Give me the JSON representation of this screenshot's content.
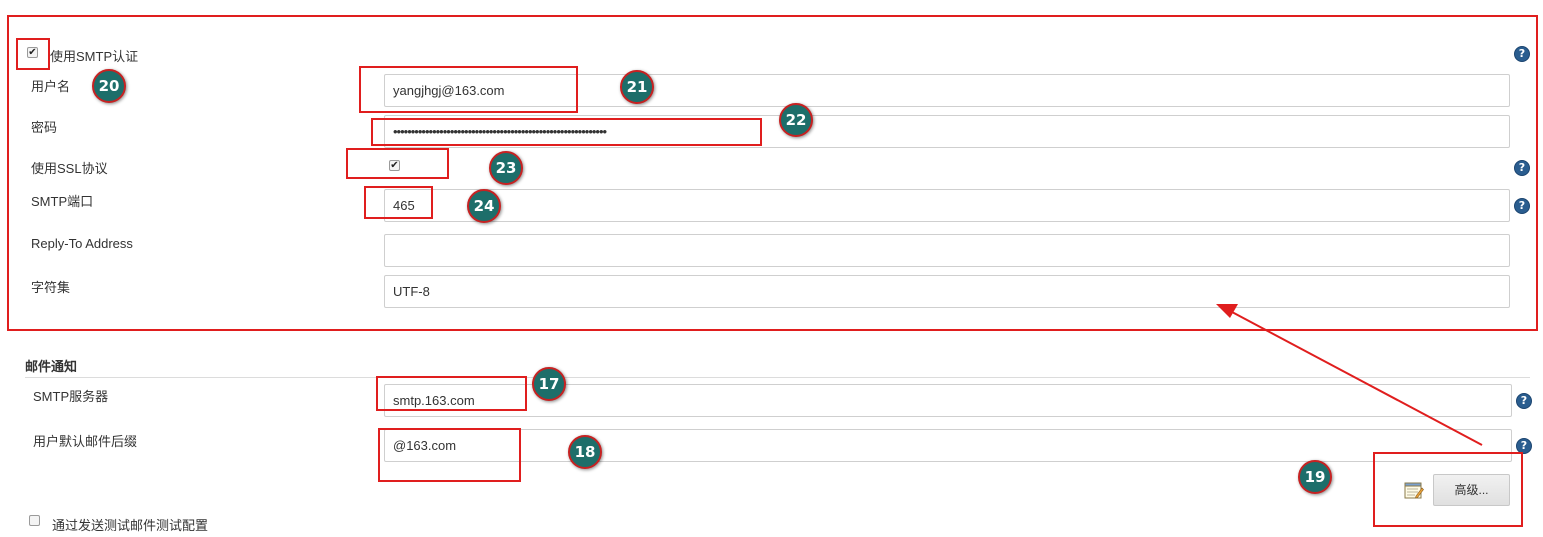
{
  "smtp_auth": {
    "checkbox_label": "使用SMTP认证",
    "checked_glyph": "✔",
    "username_label": "用户名",
    "username_value": "yangjhgj@163.com",
    "password_label": "密码",
    "password_value": "••••••••••••••••••••••••••••••••••••••••••••••••••••••••••••",
    "ssl_label": "使用SSL协议",
    "port_label": "SMTP端口",
    "port_value": "465",
    "reply_to_label": "Reply-To Address",
    "reply_to_value": "",
    "charset_label": "字符集",
    "charset_value": "UTF-8"
  },
  "mail_notify": {
    "section_title": "邮件通知",
    "smtp_server_label": "SMTP服务器",
    "smtp_server_value": "smtp.163.com",
    "default_suffix_label": "用户默认邮件后缀",
    "default_suffix_value": "@163.com",
    "advanced_button": "高级...",
    "test_checkbox_label": "通过发送测试邮件测试配置"
  },
  "help_glyph": "?",
  "annotations": {
    "badges": [
      "17",
      "18",
      "19",
      "20",
      "21",
      "22",
      "23",
      "24"
    ]
  },
  "colors": {
    "annotation_red": "#e01e1e",
    "badge_teal": "#1d6e6a",
    "help_blue": "#2a5d8f"
  }
}
